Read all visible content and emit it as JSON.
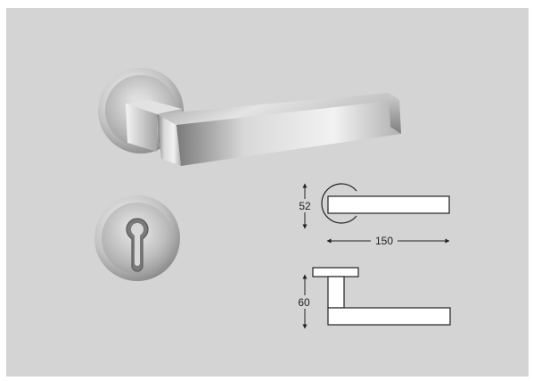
{
  "colors": {
    "background": "#d4d4d4",
    "frame": "#ffffff",
    "metal_light": "#f0f0f0",
    "metal_mid": "#b8b8b8",
    "metal_dark": "#6e6e6e",
    "line": "#222222"
  },
  "dimensions": {
    "rose_height": {
      "value": 52,
      "label": "52"
    },
    "lever_length": {
      "value": 150,
      "label": "150"
    },
    "projection": {
      "value": 60,
      "label": "60"
    }
  }
}
